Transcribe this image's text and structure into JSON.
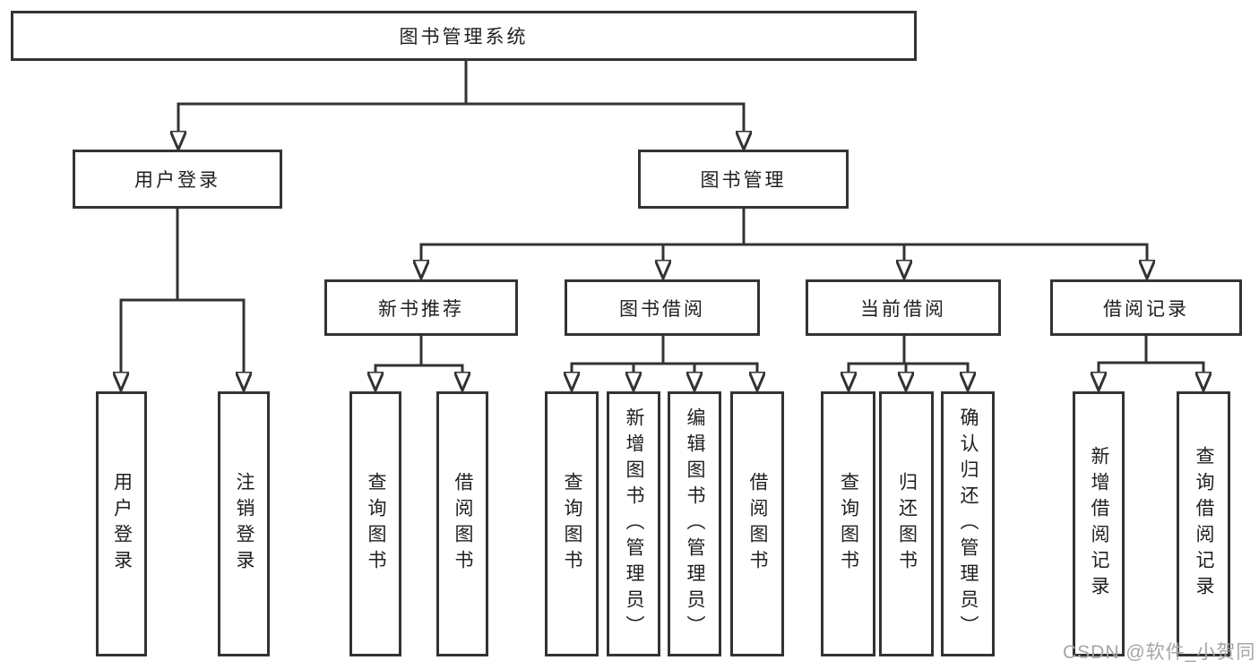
{
  "diagram": {
    "title": "图书管理系统",
    "level2": {
      "user_login": "用户登录",
      "book_management": "图书管理"
    },
    "level3": {
      "new_book_recommend": "新书推荐",
      "book_borrow": "图书借阅",
      "current_borrow": "当前借阅",
      "borrow_record": "借阅记录"
    },
    "leaves": {
      "user_login": [
        "用户登录",
        "注销登录"
      ],
      "new_book_recommend": [
        "查询图书",
        "借阅图书"
      ],
      "book_borrow": [
        "查询图书",
        "新增图书（管理员）",
        "编辑图书（管理员）",
        "借阅图书"
      ],
      "current_borrow": [
        "查询图书",
        "归还图书",
        "确认归还（管理员）"
      ],
      "borrow_record": [
        "新增借阅记录",
        "查询借阅记录"
      ]
    },
    "watermark": "CSDN @软件_小贺同学",
    "colors": {
      "line": "#333333",
      "text": "#1f1f1f",
      "watermark": "#a5a5a5",
      "background": "#ffffff"
    }
  }
}
